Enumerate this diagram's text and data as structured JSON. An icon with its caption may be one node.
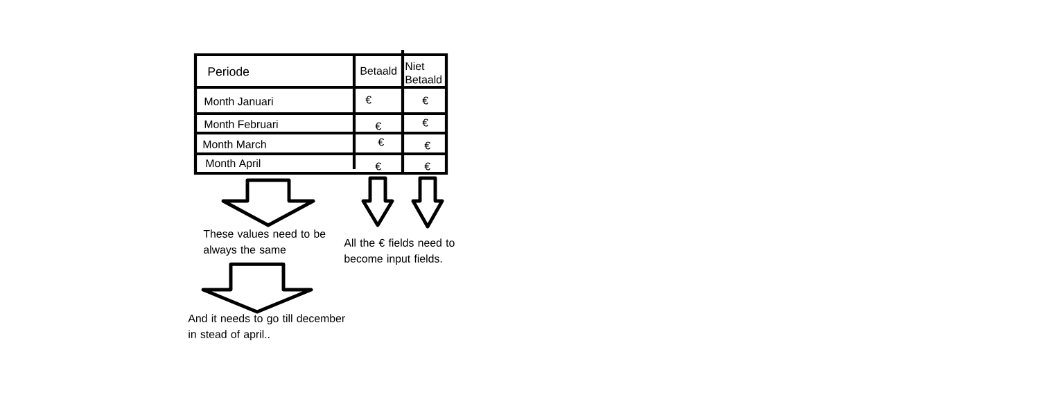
{
  "diagram": {
    "nodes": [
      {
        "text": [
          "These values need to be always the same"
        ]
      },
      {
        "text": [
          "And it needs to go till december in stead of april.."
        ]
      },
      {
        "text": [
          "All the € fields need to become input fields."
        ]
      }
    ],
    "edges": [
      {
        "from": null,
        "to": 0,
        "arrow": "to"
      },
      {
        "from": 0,
        "to": 1,
        "arrow": "to"
      },
      {
        "from": null,
        "to": 2,
        "arrow": "to"
      },
      {
        "from": null,
        "to": 2,
        "arrow": "to"
      }
    ],
    "labels": [
      "Periode",
      "Betaald",
      "Niet Betaald",
      "Month Januari",
      "€",
      "€",
      "Month Februari",
      "€",
      "€",
      "Month March",
      "€",
      "€",
      "Month April",
      "€",
      "€"
    ]
  }
}
